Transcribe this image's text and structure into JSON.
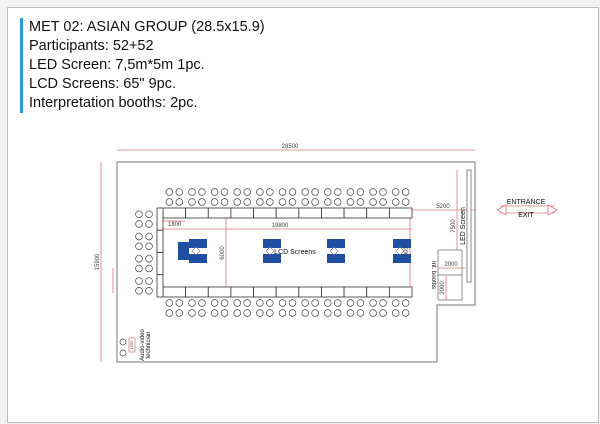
{
  "info": {
    "title": "MET 02: ASIAN GROUP (28.5x15.9)",
    "participants": "Participants: 52+52",
    "led": "LED Screen: 7,5m*5m 1pc.",
    "lcd": "LCD Screens: 65\" 9pc.",
    "booths": "Interpretation booths: 2pc."
  },
  "plan": {
    "dim_width": "28500",
    "dim_height": "15900",
    "dim_table_length": "19800",
    "dim_offset": "1800",
    "dim_table_width_left": "6000",
    "dim_table_width_right": "6000",
    "dim_led_distance": "5200",
    "dim_led_width": "7500",
    "dim_booth_1": "2000",
    "dim_booth_2": "2000",
    "dim_av": "1500",
    "lcd_label": "LCD Screens",
    "led_label": "LED Screen",
    "booth_label": "Int. booths",
    "av_label_1": "Audio-video",
    "av_label_2": "technician",
    "entrance": "ENTRANCE",
    "exit": "EXIT"
  },
  "colors": {
    "accent": "#2a9bd6",
    "screen": "#1f4ea3",
    "dim": "#e0737a"
  }
}
